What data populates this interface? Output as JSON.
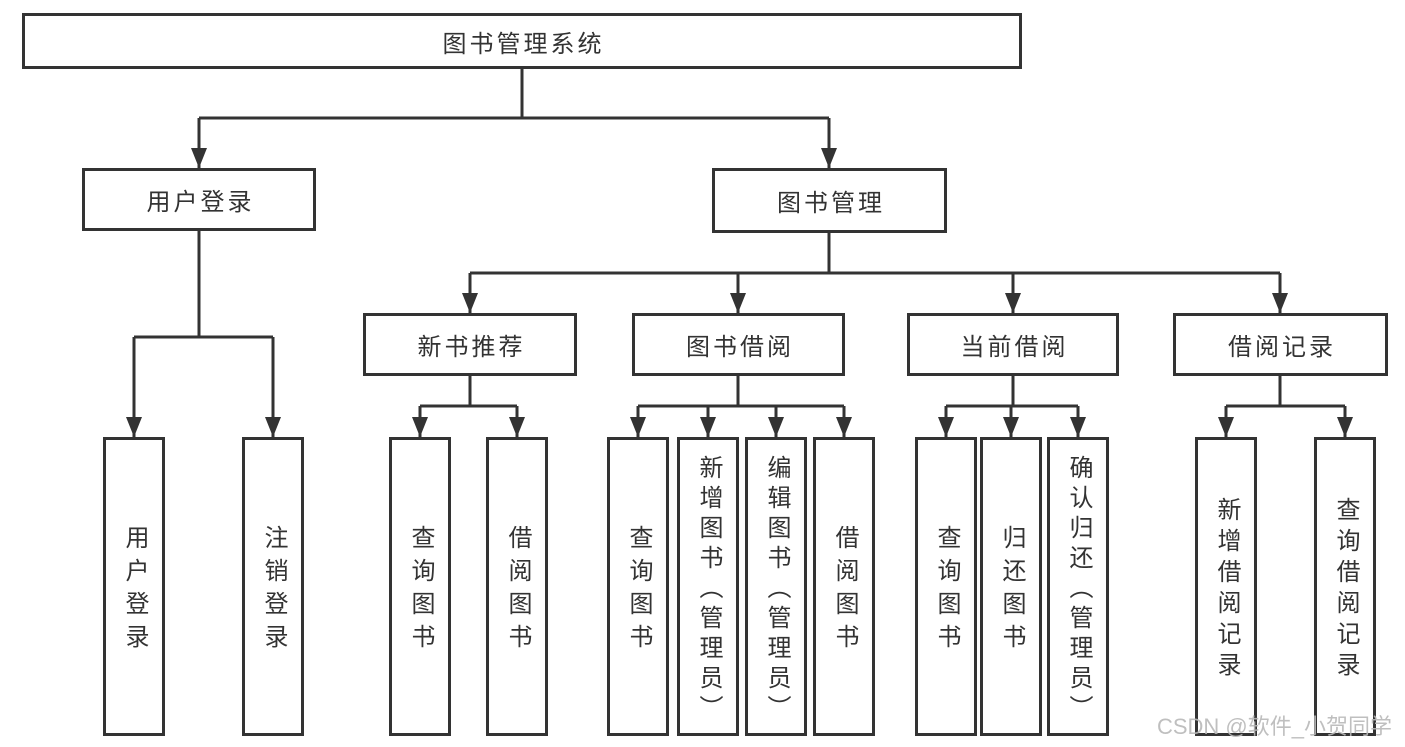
{
  "diagram": {
    "root": "图书管理系统",
    "branches": [
      {
        "label": "用户登录",
        "children": [
          "用户登录",
          "注销登录"
        ]
      },
      {
        "label": "图书管理",
        "children": [
          {
            "label": "新书推荐",
            "children": [
              "查询图书",
              "借阅图书"
            ]
          },
          {
            "label": "图书借阅",
            "children": [
              "查询图书",
              "新增图书（管理员）",
              "编辑图书（管理员）",
              "借阅图书"
            ]
          },
          {
            "label": "当前借阅",
            "children": [
              "查询图书",
              "归还图书",
              "确认归还（管理员）"
            ]
          },
          {
            "label": "借阅记录",
            "children": [
              "新增借阅记录",
              "查询借阅记录"
            ]
          }
        ]
      }
    ]
  },
  "watermark": "CSDN @软件_小贺同学",
  "colors": {
    "line": "#333333",
    "text": "#333333",
    "background": "#ffffff",
    "watermark": "#b9b9b9"
  }
}
